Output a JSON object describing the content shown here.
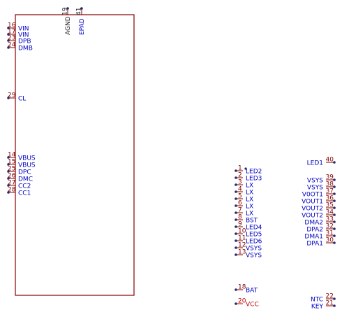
{
  "colors": {
    "body_outline": "#840000",
    "pin_line": "#840000",
    "pin_name": "#0000c2",
    "pin_number": "#840000",
    "power_pin": "#c20000",
    "dot": "#2a2a6a"
  },
  "top_pins": [
    {
      "num": "19",
      "name": "AGND"
    },
    {
      "num": "41",
      "name": "EPAD"
    }
  ],
  "left_pins": [
    {
      "num": "16",
      "name": "VIN"
    },
    {
      "num": "17",
      "name": "VIN"
    },
    {
      "num": "23",
      "name": "DPB"
    },
    {
      "num": "24",
      "name": "DMB"
    },
    {
      "num": "29",
      "name": "CL"
    },
    {
      "num": "14",
      "name": "VBUS"
    },
    {
      "num": "15",
      "name": "VBUS"
    },
    {
      "num": "25",
      "name": "DPC"
    },
    {
      "num": "26",
      "name": "DMC"
    },
    {
      "num": "27",
      "name": "CC2"
    },
    {
      "num": "28",
      "name": "CC1"
    }
  ],
  "mid_pins": [
    {
      "num": "1",
      "name": "LED2"
    },
    {
      "num": "2",
      "name": "LED3"
    },
    {
      "num": "3",
      "name": "LX"
    },
    {
      "num": "4",
      "name": "LX"
    },
    {
      "num": "5",
      "name": "LX"
    },
    {
      "num": "6",
      "name": "LX"
    },
    {
      "num": "7",
      "name": "LX"
    },
    {
      "num": "8",
      "name": "BST"
    },
    {
      "num": "9",
      "name": "LED4"
    },
    {
      "num": "10",
      "name": "LED5"
    },
    {
      "num": "11",
      "name": "LED6"
    },
    {
      "num": "12",
      "name": "VSYS"
    },
    {
      "num": "13",
      "name": "VSYS"
    },
    {
      "num": "18",
      "name": "BAT"
    },
    {
      "num": "20",
      "name": "VCC"
    }
  ],
  "right_pins": [
    {
      "num": "40",
      "name": "LED1"
    },
    {
      "num": "39",
      "name": "VSYS"
    },
    {
      "num": "38",
      "name": "VSYS"
    },
    {
      "num": "37",
      "name": "V0OT1"
    },
    {
      "num": "36",
      "name": "VOUT1"
    },
    {
      "num": "35",
      "name": "VOUT2"
    },
    {
      "num": "34",
      "name": "VOUT2"
    },
    {
      "num": "33",
      "name": "DMA2"
    },
    {
      "num": "32",
      "name": "DPA2"
    },
    {
      "num": "31",
      "name": "DMA1"
    },
    {
      "num": "30",
      "name": "DPA1"
    },
    {
      "num": "22",
      "name": "NTC"
    },
    {
      "num": "21",
      "name": "KEY"
    }
  ]
}
